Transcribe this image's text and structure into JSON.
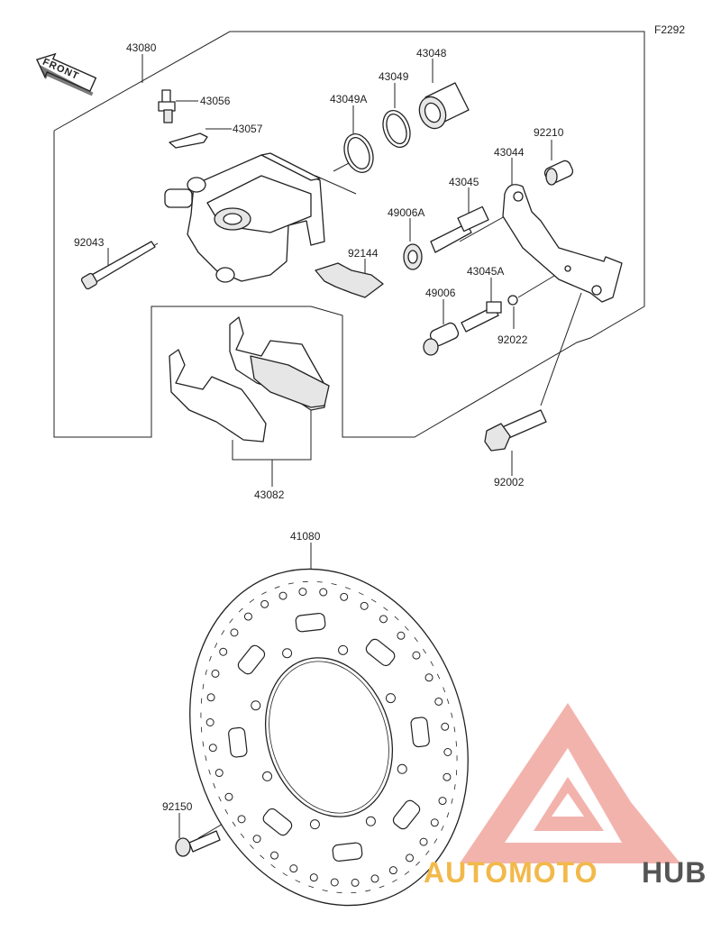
{
  "diagram_code": "F2292",
  "front_label": "FRONT",
  "parts": {
    "p43080": "43080",
    "p43056": "43056",
    "p43057": "43057",
    "p43049A": "43049A",
    "p43049": "43049",
    "p43048": "43048",
    "p92210": "92210",
    "p43044": "43044",
    "p43045": "43045",
    "p49006A": "49006A",
    "p92144": "92144",
    "p92043": "92043",
    "p43045A": "43045A",
    "p49006": "49006",
    "p92022": "92022",
    "p43082": "43082",
    "p92002": "92002",
    "p41080": "41080",
    "p92150": "92150"
  },
  "watermark": {
    "left": "AUTOMOTO",
    "right": "HUB",
    "colors": {
      "triangle": "#ef9a92",
      "left_text": "#f2b94a",
      "right_text": "#555555"
    }
  }
}
